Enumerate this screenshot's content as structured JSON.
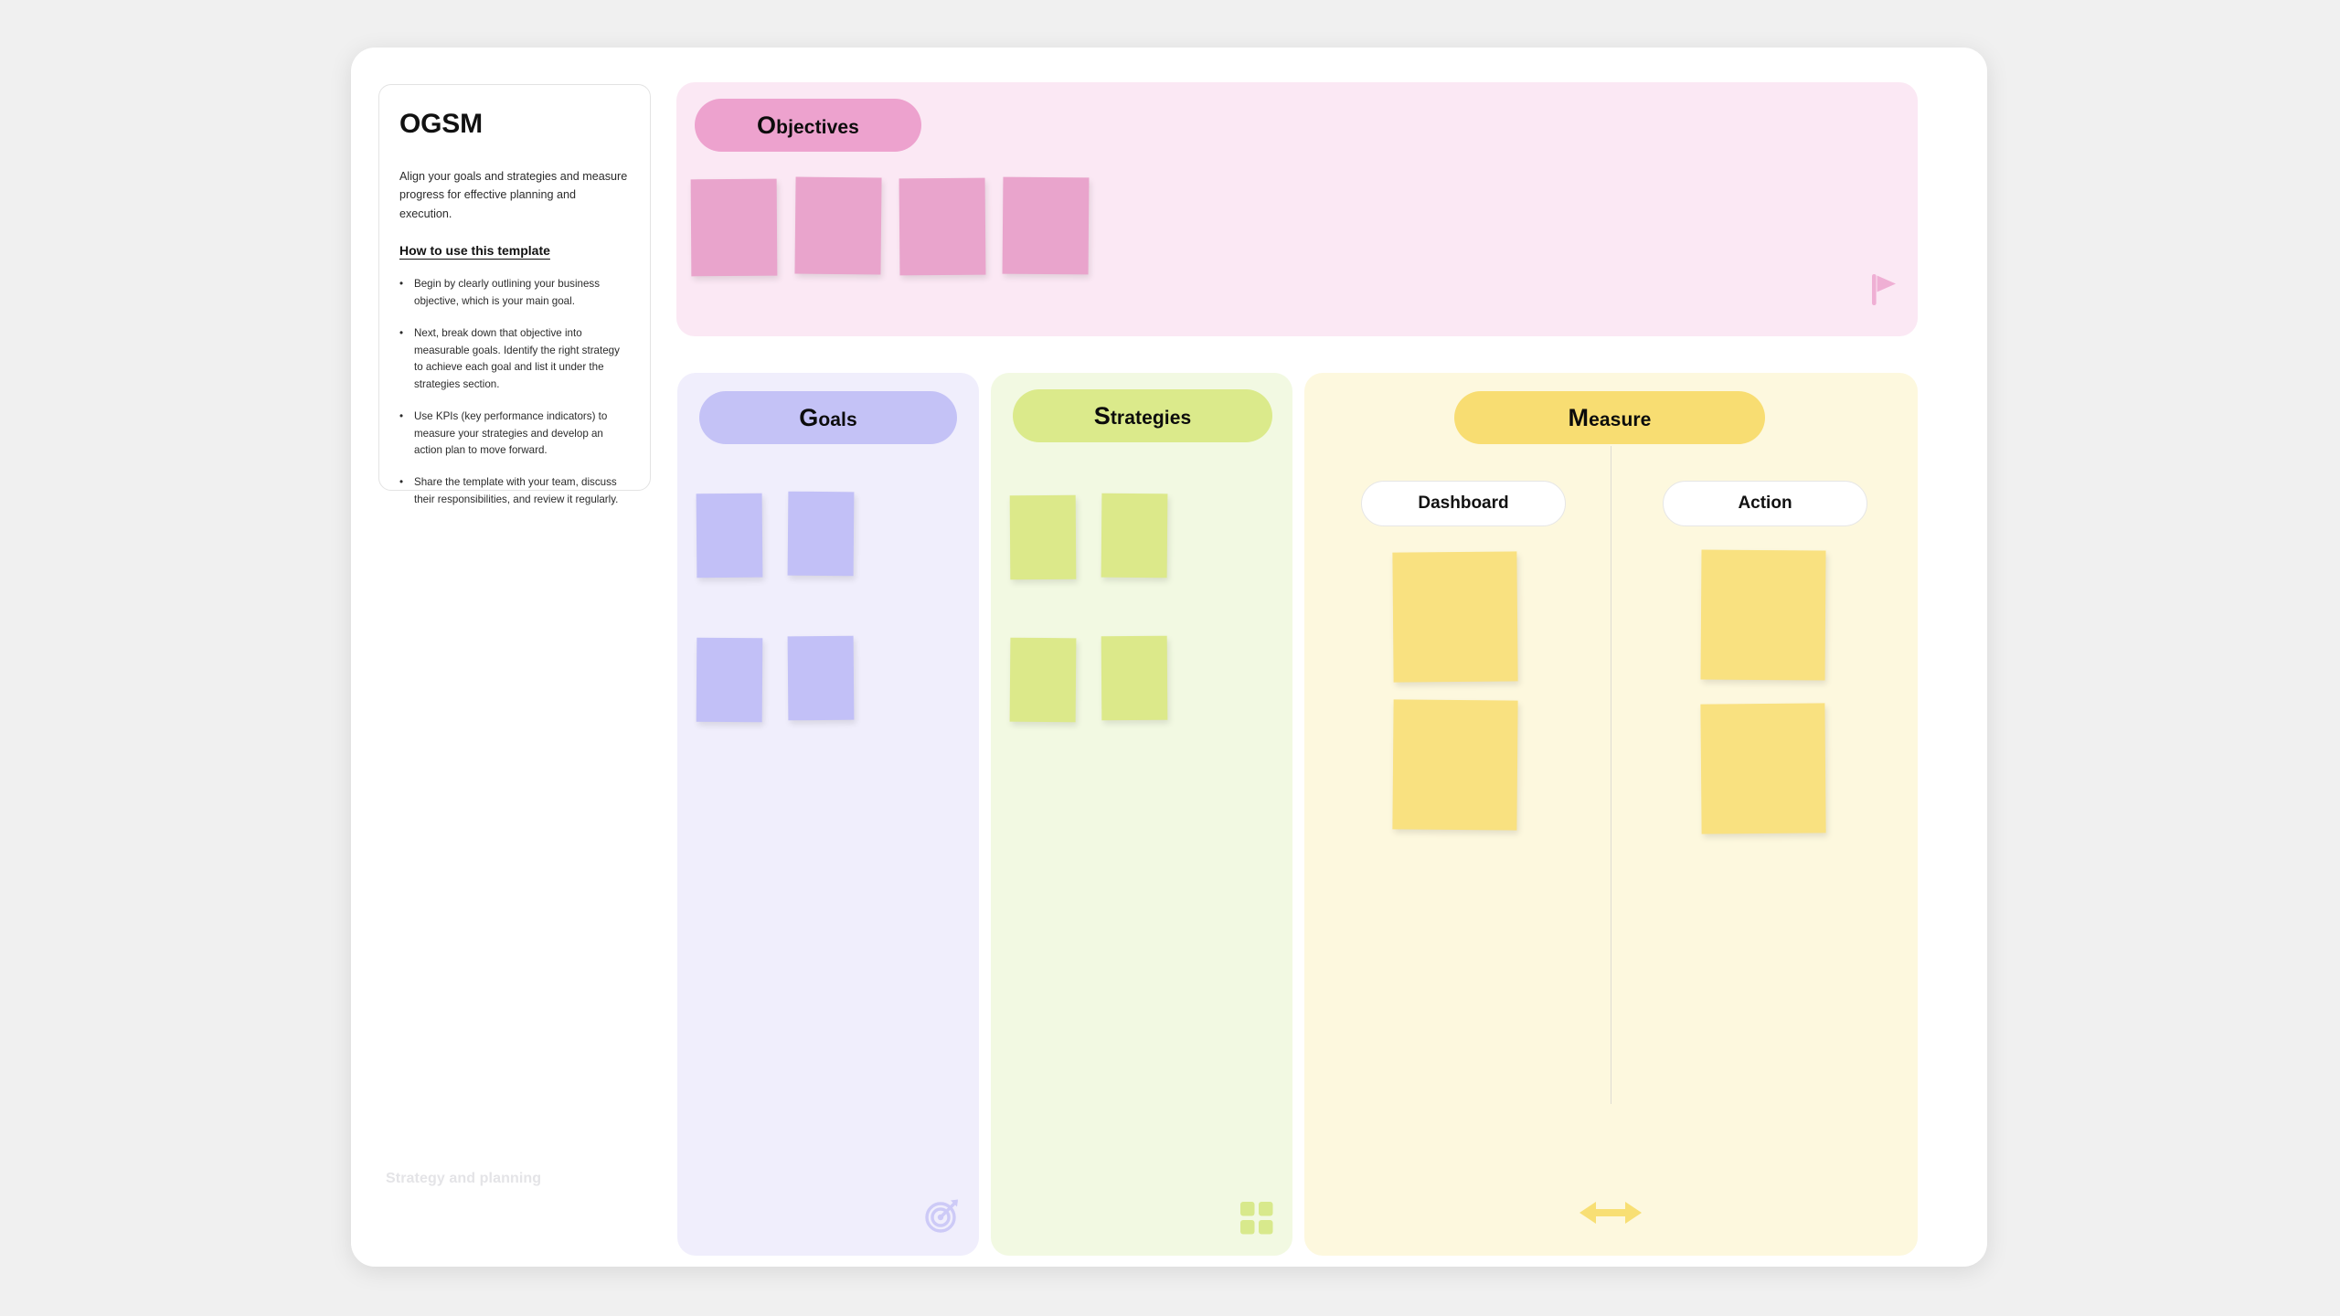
{
  "page": {
    "background_color": "#f0f0f0",
    "canvas_color": "#ffffff",
    "footer_label": "Strategy and planning"
  },
  "info_card": {
    "title": "OGSM",
    "description": "Align your goals and strategies and measure progress for effective planning and execution.",
    "subtitle": "How to use this template",
    "bullets": [
      "Begin by clearly outlining your business objective, which is your main goal.",
      "Next, break down that objective into measurable goals. Identify the right strategy to achieve each goal and list it under the strategies section.",
      "Use KPIs (key performance indicators) to measure your strategies and develop an action plan to move forward.",
      "Share the template with your team, discuss their responsibilities, and review it regularly."
    ],
    "bullet_marker": "•"
  },
  "panels": {
    "objectives": {
      "title_initial": "O",
      "title_rest": "bjectives",
      "panel_color": "#fbe8f4",
      "header_color": "#eda2ce",
      "note_color": "#e9a4cc",
      "note_count": 4,
      "corner_icon": "flag-icon"
    },
    "goals": {
      "title_initial": "G",
      "title_rest": "oals",
      "panel_color": "#f0eefc",
      "header_color": "#c4c2f6",
      "note_color": "#c2c0f7",
      "note_count": 4,
      "corner_icon": "target-arrow-icon"
    },
    "strategies": {
      "title_initial": "S",
      "title_rest": "trategies",
      "panel_color": "#f2f9e2",
      "header_color": "#dbea8b",
      "note_color": "#dce98a",
      "note_count": 4,
      "corner_icon": "grid-squares-icon"
    },
    "measure": {
      "title_initial": "M",
      "title_rest": "easure",
      "panel_color": "#fdf8de",
      "header_color": "#f8dd72",
      "note_color": "#f9e180",
      "corner_icon": "double-arrow-horizontal-icon",
      "columns": [
        {
          "label": "Dashboard",
          "note_count": 2
        },
        {
          "label": "Action",
          "note_count": 2
        }
      ]
    }
  }
}
